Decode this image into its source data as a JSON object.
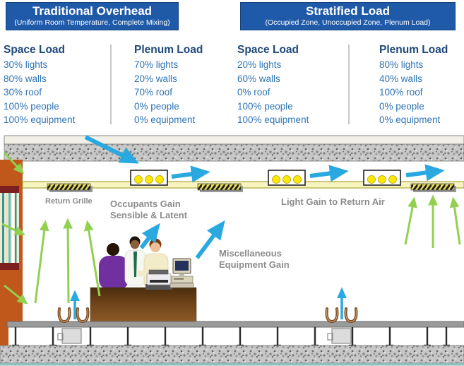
{
  "panels": {
    "traditional": {
      "title": "Traditional Overhead",
      "subtitle": "(Uniform Room Temperature, Complete Mixing)"
    },
    "stratified": {
      "title": "Stratified Load",
      "subtitle": "(Occupied Zone, Unoccupied Zone, Plenum Load)"
    }
  },
  "columns": [
    {
      "header": "Space Load",
      "items": [
        "30% lights",
        "80% walls",
        "30% roof",
        "100% people",
        "100% equipment"
      ]
    },
    {
      "header": "Plenum Load",
      "items": [
        "70% lights",
        "20% walls",
        "70% roof",
        "0% people",
        "0% equipment"
      ]
    },
    {
      "header": "Space Load",
      "items": [
        "20% lights",
        "60% walls",
        "0% roof",
        "100% people",
        "100% equipment"
      ]
    },
    {
      "header": "Plenum Load",
      "items": [
        "80% lights",
        "40% walls",
        "100% roof",
        "0% people",
        "0% equipment"
      ]
    }
  ],
  "diagram": {
    "labels": {
      "return_grille": "Return Grille",
      "occupants_gain_line1": "Occupants Gain",
      "occupants_gain_line2": "Sensible & Latent",
      "light_gain": "Light Gain to Return Air",
      "misc_line1": "Miscellaneous",
      "misc_line2": "Equipment Gain"
    }
  },
  "colors": {
    "header_bar_blue": "#1F5AA8",
    "column_header_navy": "#1E4878",
    "column_item_blue": "#2E74B5",
    "label_gray": "#8C8C8C",
    "airflow_arrow_blue": "#29A9E0",
    "heat_gain_arrow_green": "#92D050",
    "exterior_wall_orange": "#C0571B",
    "desk_brown": "#6E4318",
    "ceiling_cream": "#F8F4C0",
    "lamp_yellow": "#FFE800"
  }
}
